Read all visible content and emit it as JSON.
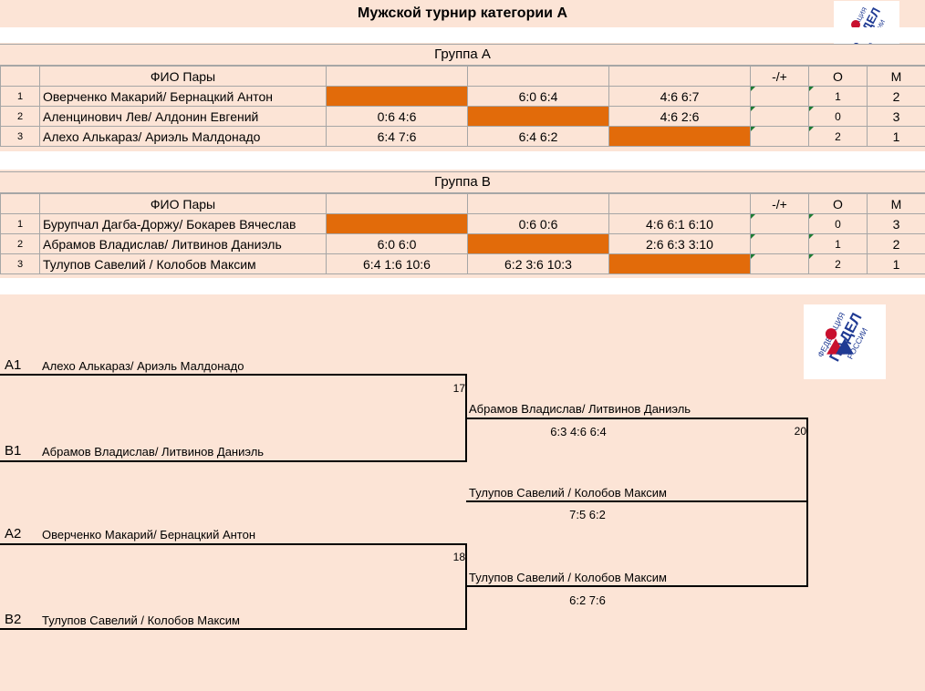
{
  "title": "Мужской турнир категории А",
  "groups": [
    {
      "name": "Группа А",
      "headers": {
        "name": "ФИО Пары",
        "diff": "-/+",
        "points": "О",
        "place": "М"
      },
      "rows": [
        {
          "num": "1",
          "pair": "Оверченко Макарий/ Бернацкий Антон",
          "r1": "",
          "r2": "6:0 6:4",
          "r3": "4:6 6:7",
          "diff": "",
          "points": "1",
          "place": "2"
        },
        {
          "num": "2",
          "pair": "Аленцинович Лев/ Алдонин Евгений",
          "r1": "0:6 4:6",
          "r2": "",
          "r3": "4:6 2:6",
          "diff": "",
          "points": "0",
          "place": "3"
        },
        {
          "num": "3",
          "pair": "Алехо Алькараз/ Ариэль Малдонадо",
          "r1": "6:4 7:6",
          "r2": "6:4 6:2",
          "r3": "",
          "diff": "",
          "points": "2",
          "place": "1"
        }
      ]
    },
    {
      "name": "Группа В",
      "headers": {
        "name": "ФИО Пары",
        "diff": "-/+",
        "points": "О",
        "place": "М"
      },
      "rows": [
        {
          "num": "1",
          "pair": "Бурупчал Дагба-Доржу/ Бокарев Вячеслав",
          "r1": "",
          "r2": "0:6 0:6",
          "r3": "4:6 6:1 6:10",
          "diff": "",
          "points": "0",
          "place": "3"
        },
        {
          "num": "2",
          "pair": "Абрамов Владислав/ Литвинов Даниэль",
          "r1": "6:0 6:0",
          "r2": "",
          "r3": "2:6 6:3 3:10",
          "diff": "",
          "points": "1",
          "place": "2"
        },
        {
          "num": "3",
          "pair": "Тулупов Савелий / Колобов Максим",
          "r1": "6:4 1:6 10:6",
          "r2": "6:2 3:6 10:3",
          "r3": "",
          "diff": "",
          "points": "2",
          "place": "1"
        }
      ]
    }
  ],
  "logo": {
    "line1": "ФЕДЕРАЦИЯ",
    "line2": "ПАДЕЛ",
    "line3": "РОССИИ"
  },
  "bracket": {
    "semis": [
      {
        "top_seed": "А1",
        "top_pair": "Алехо Алькараз/ Ариэль Малдонадо",
        "match_no": "17",
        "bottom_seed": "В1",
        "bottom_pair": "Абрамов Владислав/ Литвинов Даниэль",
        "winner": "Абрамов Владислав/ Литвинов Даниэль",
        "score": "6:3 4:6 6:4"
      },
      {
        "top_seed": "А2",
        "top_pair": "Оверченко Макарий/ Бернацкий Антон",
        "match_no": "18",
        "bottom_seed": "В2",
        "bottom_pair": "Тулупов Савелий / Колобов Максим",
        "winner": "Тулупов Савелий / Колобов Максим",
        "score": "6:2 7:6"
      }
    ],
    "final": {
      "match_no": "20",
      "winner": "Тулупов Савелий / Колобов Максим",
      "score": "7:5 6:2"
    }
  },
  "colors": {
    "background": "#fce4d6",
    "self_cell": "#e26b0a",
    "grid": "#a6a6a6",
    "logo_red": "#c8102e",
    "logo_blue": "#1f3a93"
  }
}
